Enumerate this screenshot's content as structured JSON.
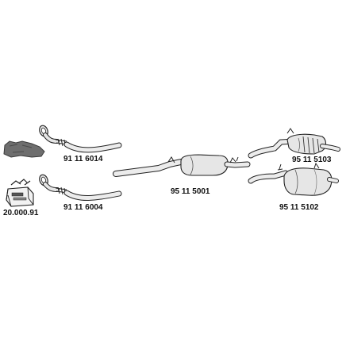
{
  "parts": [
    {
      "id": "front-pipe-upper",
      "number": "91 11 6014"
    },
    {
      "id": "front-pipe-lower",
      "number": "91 11 6004"
    },
    {
      "id": "center-silencer",
      "number": "95 11 5001"
    },
    {
      "id": "rear-silencer-upper",
      "number": "95 11 5103"
    },
    {
      "id": "rear-silencer-lower",
      "number": "95 11 5102"
    },
    {
      "id": "mounting-kit",
      "number": "20.000.91"
    }
  ],
  "colors": {
    "part_fill": "#e6e6e6",
    "part_stroke": "#333333",
    "catalyst_fill": "#6e6e6e"
  }
}
